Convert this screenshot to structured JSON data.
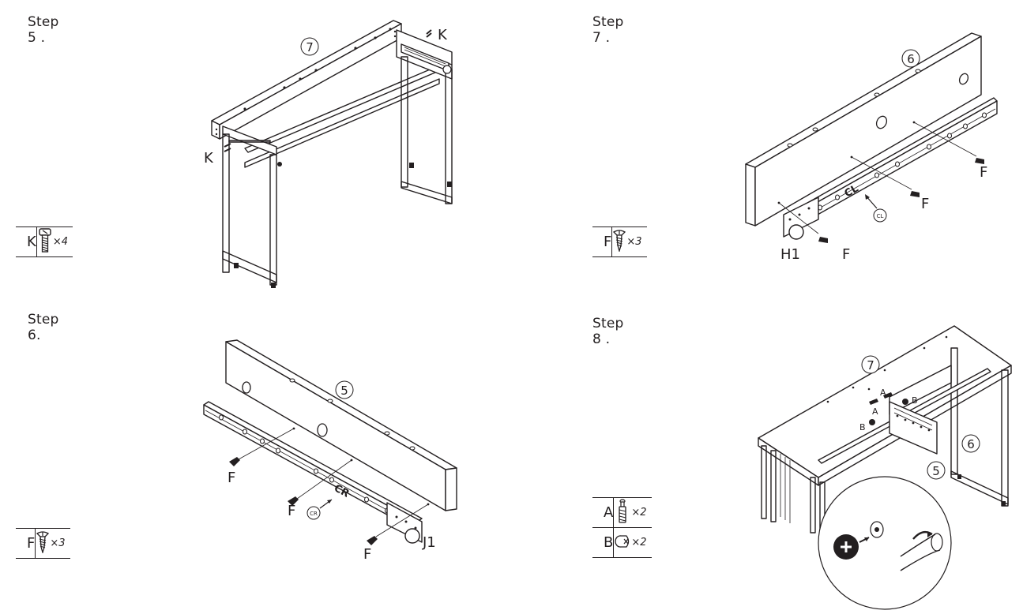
{
  "steps": [
    {
      "title": "Step 5 .",
      "labels": {
        "panel_number": "7",
        "hw_top": "K",
        "hw_left": "K"
      },
      "parts": [
        {
          "code": "K",
          "icon": "bolt-icon",
          "qty": "×4"
        }
      ]
    },
    {
      "title": "Step 6.",
      "labels": {
        "panel_number": "5",
        "f1": "F",
        "f2": "F",
        "f3": "F",
        "bracket": "J1",
        "side": "CR",
        "side_mark": "CR"
      },
      "parts": [
        {
          "code": "F",
          "icon": "screw-icon",
          "qty": "×3"
        }
      ]
    },
    {
      "title": "Step 7 .",
      "labels": {
        "panel_number": "6",
        "f1": "F",
        "f2": "F",
        "f3": "F",
        "bracket": "H1",
        "side": "CL",
        "side_mark": "CL"
      },
      "parts": [
        {
          "code": "F",
          "icon": "screw-icon",
          "qty": "×3"
        }
      ]
    },
    {
      "title": "Step 8 .",
      "labels": {
        "panel_number": "7",
        "panel_number_2": "6",
        "panel_number_3": "5",
        "a1": "A",
        "a2": "A",
        "b1": "B",
        "b2": "B"
      },
      "parts": [
        {
          "code": "A",
          "icon": "cam-bolt-icon",
          "qty": "×2"
        },
        {
          "code": "B",
          "icon": "cam-lock-icon",
          "qty": "×2"
        }
      ]
    }
  ]
}
